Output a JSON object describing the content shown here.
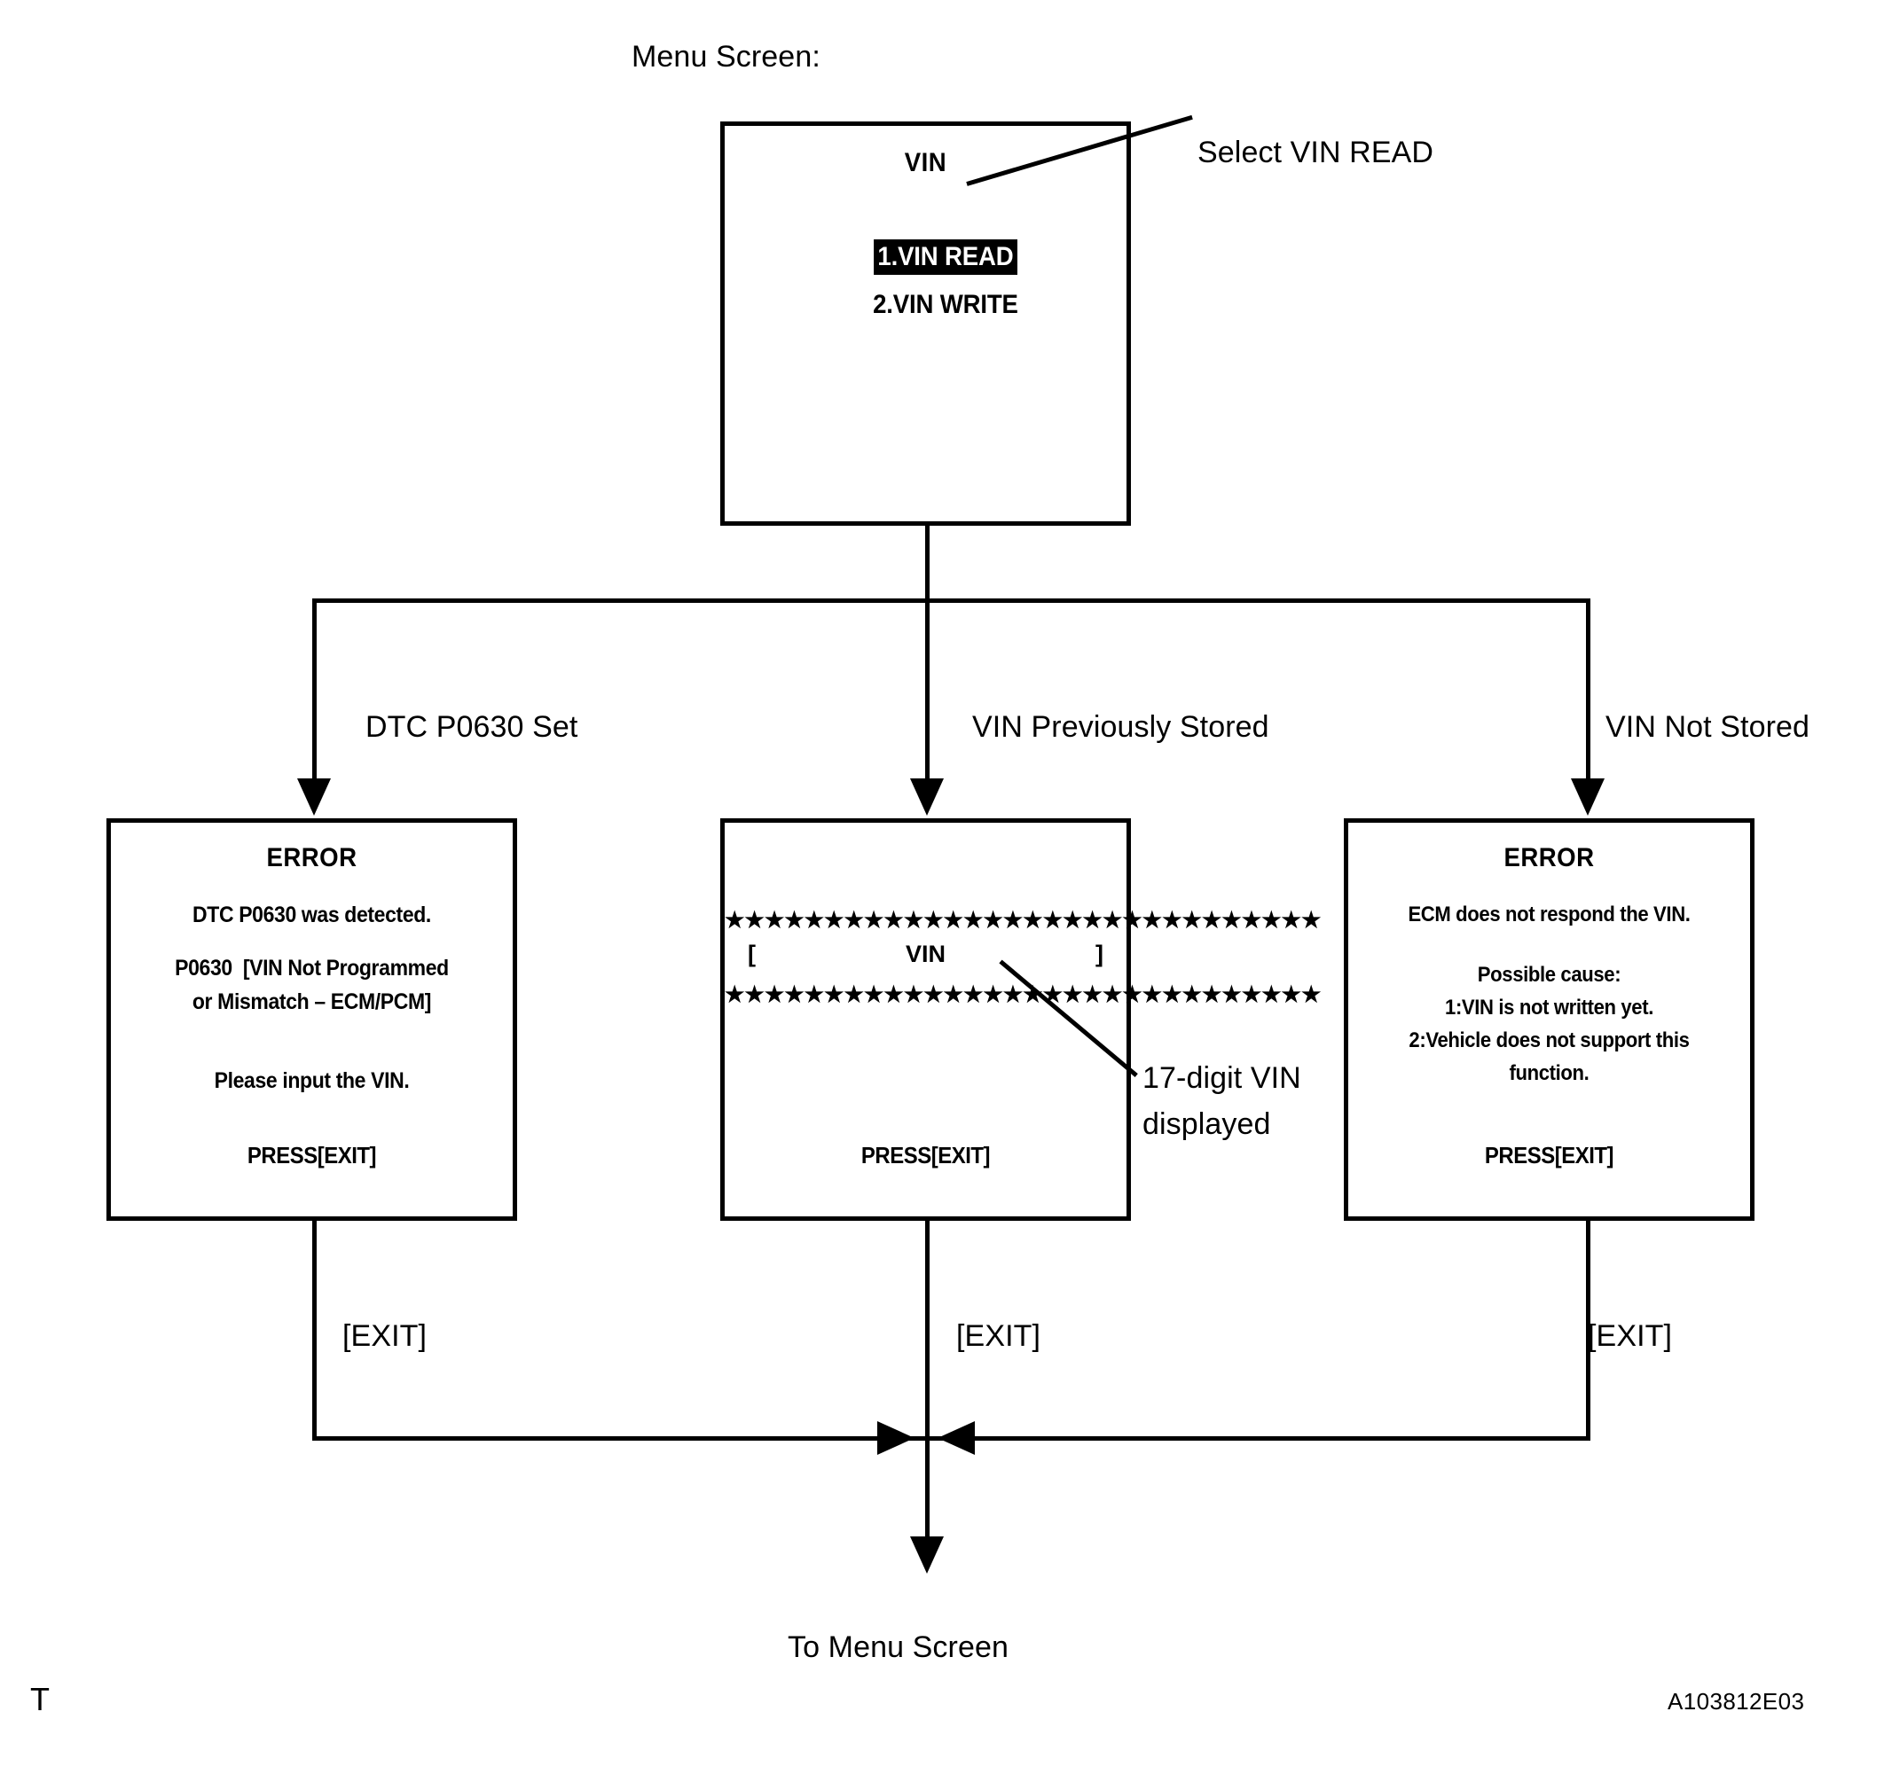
{
  "figure": {
    "corner_mark": "T",
    "figure_code": "A103812E03"
  },
  "menu": {
    "caption": "Menu Screen:",
    "screen_title": "VIN",
    "items": [
      {
        "label": "1.VIN READ",
        "selected": true
      },
      {
        "label": "2.VIN WRITE",
        "selected": false
      }
    ],
    "callout": "Select VIN READ"
  },
  "branches": [
    {
      "label": "DTC P0630 Set"
    },
    {
      "label": "VIN Previously Stored"
    },
    {
      "label": "VIN Not Stored"
    }
  ],
  "screens": {
    "dtc_error": {
      "title": "ERROR",
      "lines": [
        "DTC P0630 was detected.",
        "P0630  [VIN Not Programmed",
        "or Mismatch – ECM/PCM]",
        "Please input the VIN."
      ],
      "footer": "PRESS[EXIT]"
    },
    "vin_display": {
      "star_row": "★★★★★★★★★★★★★★★★★★★★★★★★★★★★★★",
      "vin_bracket_open": "[",
      "vin_value": "VIN",
      "vin_bracket_close": "]",
      "footer": "PRESS[EXIT]",
      "callout_line1": "17-digit VIN",
      "callout_line2": "displayed"
    },
    "no_response_error": {
      "title": "ERROR",
      "lines": [
        "ECM does not respond the VIN.",
        "Possible cause:",
        "1:VIN is not written yet.",
        "2:Vehicle does not support this",
        "function."
      ],
      "footer": "PRESS[EXIT]"
    }
  },
  "exits": [
    {
      "label": "[EXIT]"
    },
    {
      "label": "[EXIT]"
    },
    {
      "label": "[EXIT]"
    }
  ],
  "outcome": {
    "label": "To Menu Screen"
  }
}
